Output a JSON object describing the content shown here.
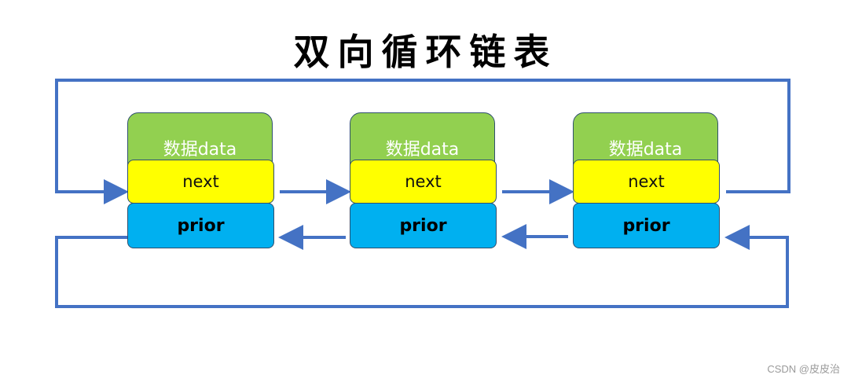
{
  "title": "双向循环链表",
  "nodes": [
    {
      "data_label": "数据data",
      "next_label": "next",
      "prior_label": "prior"
    },
    {
      "data_label": "数据data",
      "next_label": "next",
      "prior_label": "prior"
    },
    {
      "data_label": "数据data",
      "next_label": "next",
      "prior_label": "prior"
    }
  ],
  "colors": {
    "arrow": "#4472c4",
    "data_cell": "#92d050",
    "next_cell": "#ffff00",
    "prior_cell": "#00b0f0"
  },
  "watermark": "CSDN @皮皮治"
}
